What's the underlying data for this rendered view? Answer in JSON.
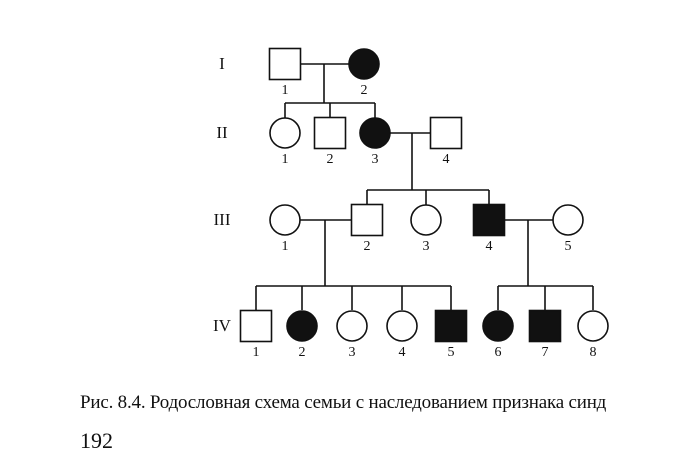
{
  "figure": {
    "caption": "Рис. 8.4. Родословная схема семьи с наследованием признака синд",
    "page_number": "192"
  },
  "pedigree": {
    "generations": [
      {
        "roman": "I",
        "members": [
          {
            "label": "1",
            "sex": "male",
            "affected": false
          },
          {
            "label": "2",
            "sex": "female",
            "affected": true
          }
        ]
      },
      {
        "roman": "II",
        "members": [
          {
            "label": "1",
            "sex": "female",
            "affected": false
          },
          {
            "label": "2",
            "sex": "male",
            "affected": false
          },
          {
            "label": "3",
            "sex": "female",
            "affected": true
          },
          {
            "label": "4",
            "sex": "male",
            "affected": false
          }
        ]
      },
      {
        "roman": "III",
        "members": [
          {
            "label": "1",
            "sex": "female",
            "affected": false
          },
          {
            "label": "2",
            "sex": "male",
            "affected": false
          },
          {
            "label": "3",
            "sex": "female",
            "affected": false
          },
          {
            "label": "4",
            "sex": "male",
            "affected": true
          },
          {
            "label": "5",
            "sex": "female",
            "affected": false
          }
        ]
      },
      {
        "roman": "IV",
        "members": [
          {
            "label": "1",
            "sex": "male",
            "affected": false
          },
          {
            "label": "2",
            "sex": "female",
            "affected": true
          },
          {
            "label": "3",
            "sex": "female",
            "affected": false
          },
          {
            "label": "4",
            "sex": "female",
            "affected": false
          },
          {
            "label": "5",
            "sex": "male",
            "affected": true
          },
          {
            "label": "6",
            "sex": "female",
            "affected": true
          },
          {
            "label": "7",
            "sex": "male",
            "affected": true
          },
          {
            "label": "8",
            "sex": "female",
            "affected": false
          }
        ]
      }
    ],
    "colors": {
      "affected": "#111111",
      "unaffected": "#ffffff",
      "line": "#111111"
    }
  }
}
